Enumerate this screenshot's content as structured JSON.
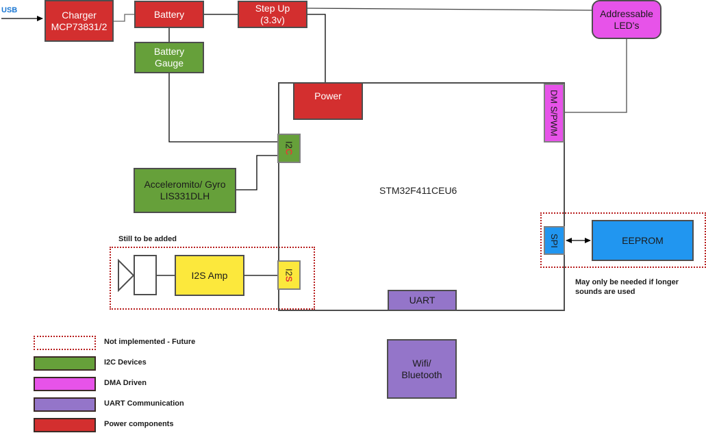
{
  "diagram": {
    "usb_label": "USB",
    "mcu_label": "STM32F411CEU6",
    "blocks": {
      "charger": "Charger\nMCP73831/2",
      "battery": "Battery",
      "step_up": "Step Up\n(3.3v)",
      "addressable_leds": "Addressable\nLED's",
      "battery_gauge": "Battery\nGauge",
      "power": "Power",
      "accelerometer": "Acceleromito/ Gyro\nLIS331DLH",
      "i2s_amp": "I2S Amp",
      "eeprom": "EEPROM",
      "uart": "UART",
      "wifi_bluetooth": "Wifi/\nBluetooth"
    },
    "ports": {
      "i2c": {
        "prefix": "I2",
        "highlight": "C"
      },
      "i2s": {
        "prefix": "I2",
        "highlight": "S"
      },
      "dma_pwm": "DM S/PWM",
      "spi": "SPI"
    },
    "notes": {
      "still_to_be_added": "Still to be added",
      "eeprom_note": "May only be needed if longer\nsounds are used"
    }
  },
  "legend": [
    {
      "label": "Not implemented - Future",
      "style": "dotted",
      "color": "#b71c1c"
    },
    {
      "label": "I2C Devices",
      "style": "fill",
      "color": "#66a03a"
    },
    {
      "label": "DMA Driven",
      "style": "fill",
      "color": "#e753e9"
    },
    {
      "label": "UART Communication",
      "style": "fill",
      "color": "#9475c9"
    },
    {
      "label": "Power components",
      "style": "fill",
      "color": "#d32f2f"
    }
  ]
}
